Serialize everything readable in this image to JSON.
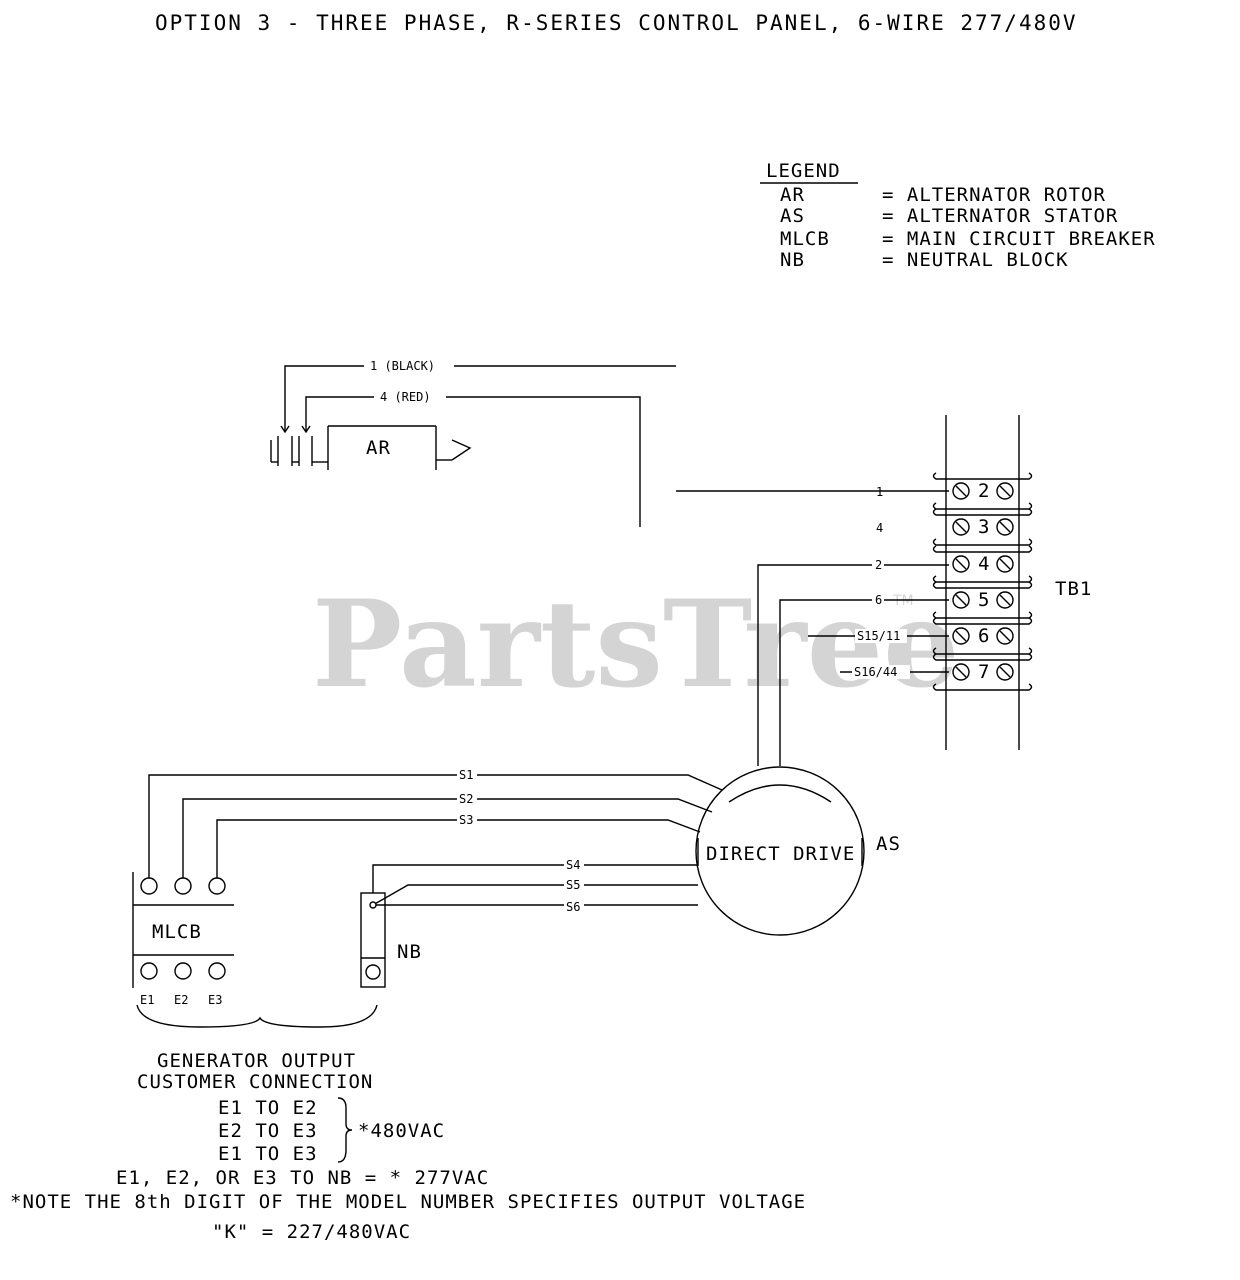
{
  "title": "OPTION 3 - THREE PHASE, R-SERIES CONTROL PANEL, 6-WIRE 277/480V",
  "watermark": {
    "text": "PartsTree",
    "tm": "TM"
  },
  "legend": {
    "heading": "LEGEND",
    "entries": [
      {
        "abbr": "AR",
        "def": "= ALTERNATOR ROTOR"
      },
      {
        "abbr": "AS",
        "def": "= ALTERNATOR STATOR"
      },
      {
        "abbr": "MLCB",
        "def": "= MAIN CIRCUIT BREAKER"
      },
      {
        "abbr": "NB",
        "def": "= NEUTRAL BLOCK"
      }
    ]
  },
  "rotor": {
    "label": "AR",
    "wire_black": "1 (BLACK)",
    "wire_red": "4 (RED)"
  },
  "terminal_block": {
    "label": "TB1",
    "terminals": [
      "2",
      "3",
      "4",
      "5",
      "6",
      "7"
    ],
    "wire_labels": [
      "1",
      "4",
      "2",
      "6",
      "S15/11",
      "S16/44"
    ]
  },
  "stator": {
    "label": "AS",
    "center_text": "DIRECT DRIVE",
    "leads": [
      "S1",
      "S2",
      "S3",
      "S4",
      "S5",
      "S6"
    ]
  },
  "breaker": {
    "label": "MLCB",
    "outputs": [
      "E1",
      "E2",
      "E3"
    ]
  },
  "neutral_block": {
    "label": "NB"
  },
  "connection": {
    "title_line1": "GENERATOR OUTPUT",
    "title_line2": "CUSTOMER CONNECTION",
    "pairs": [
      "E1 TO E2",
      "E2 TO E3",
      "E1 TO E3"
    ],
    "pair_voltage": "*480VAC",
    "neutral_line": "E1, E2, OR E3 TO NB = * 277VAC",
    "note": "*NOTE THE 8th DIGIT OF THE MODEL NUMBER SPECIFIES OUTPUT VOLTAGE",
    "code_line": "\"K\" = 227/480VAC"
  }
}
